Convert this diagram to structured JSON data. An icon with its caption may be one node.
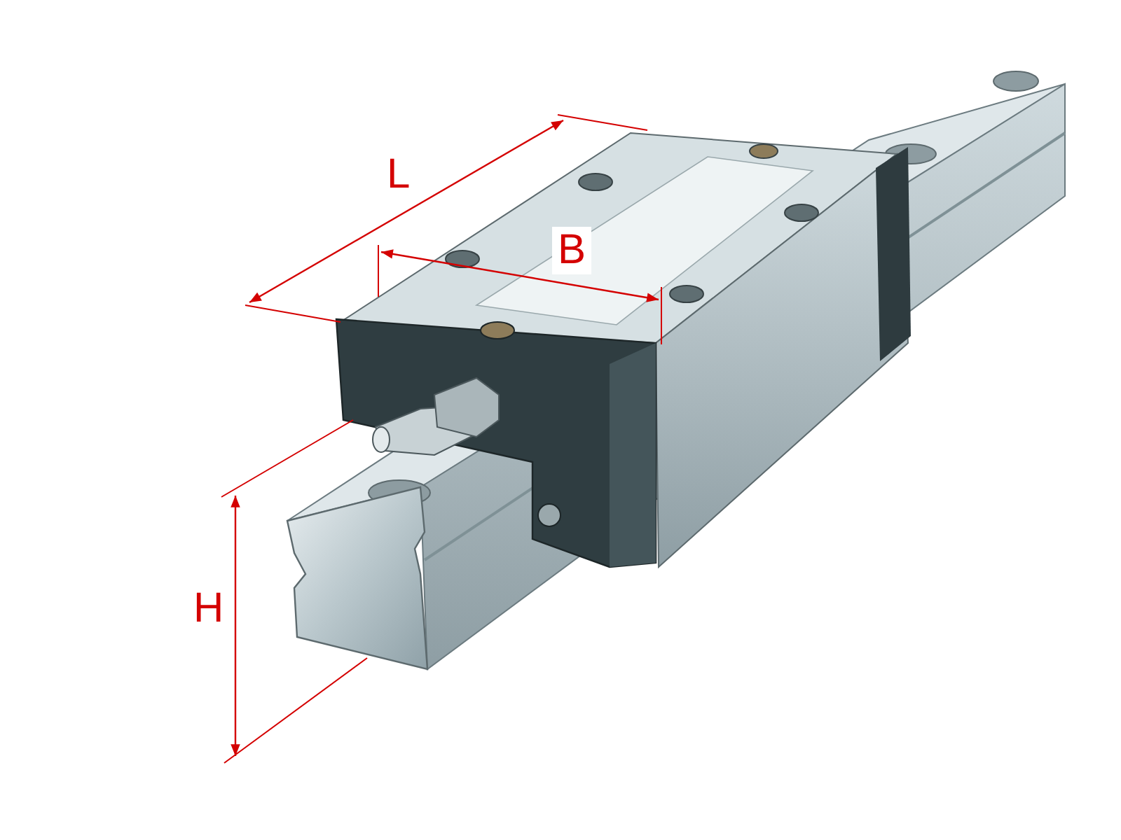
{
  "diagram": {
    "labels": [
      "L",
      "B",
      "H"
    ]
  }
}
